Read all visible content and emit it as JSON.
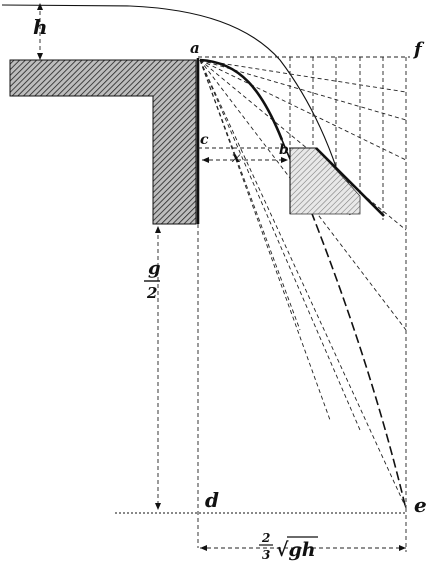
{
  "labels": {
    "h": "h",
    "a": "a",
    "f": "f",
    "c": "c",
    "b": "b",
    "x": "x",
    "g_num": "g",
    "g_den": "2",
    "d": "d",
    "e": "e",
    "frac_num": "2",
    "frac_den": "3",
    "root": "√gh"
  }
}
